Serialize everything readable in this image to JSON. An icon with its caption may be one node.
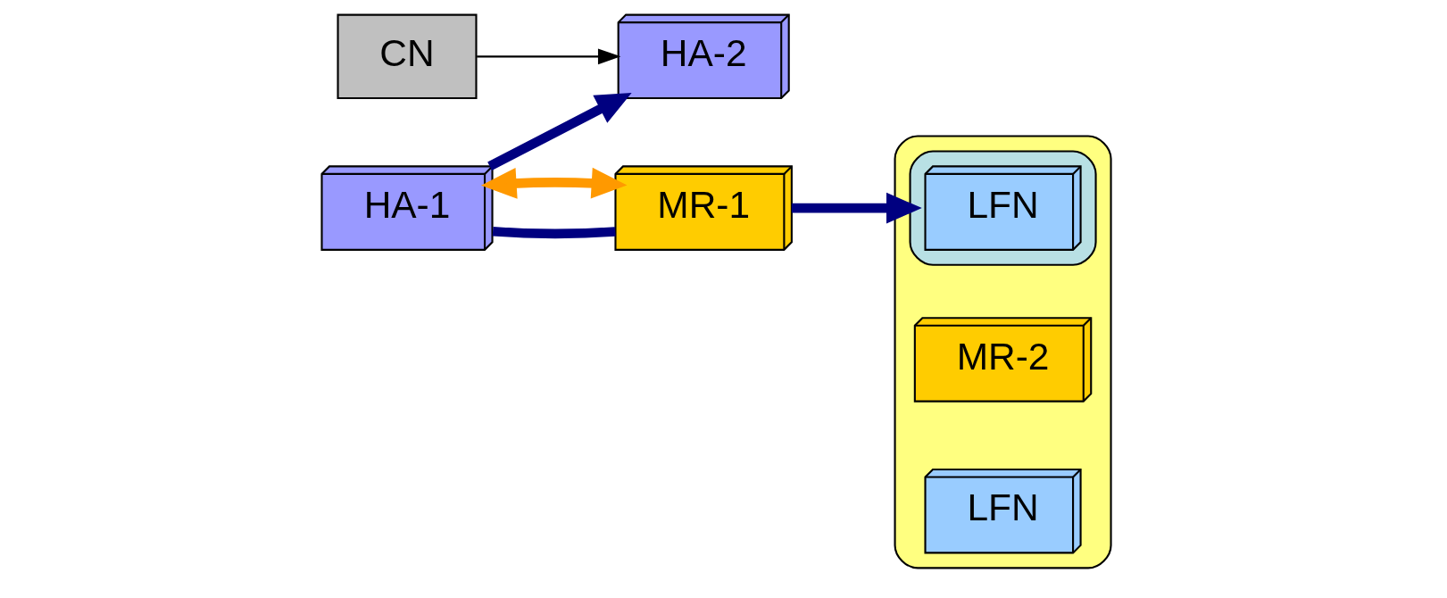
{
  "diagram": {
    "nodes": [
      {
        "text": [
          "HA-1"
        ]
      },
      {
        "text": [
          "HA-2"
        ]
      },
      {
        "text": [
          "CN"
        ]
      },
      {
        "text": [],
        "shape": "ellipse"
      },
      {
        "text": [
          "MR-1"
        ]
      },
      {
        "text": [],
        "shape": "ellipse",
        "in": 3
      },
      {
        "text": [
          "MR-2"
        ],
        "in": 3
      },
      {
        "text": [
          "LFN"
        ],
        "in": 5
      },
      {
        "text": [
          "LFN"
        ],
        "in": 3
      }
    ],
    "edges": [
      {
        "from": 0,
        "to": 1,
        "arrow": "to"
      },
      {
        "from": 0,
        "to": 4,
        "arrow": "none"
      },
      {
        "from": 4,
        "to": 5,
        "arrow": "to"
      },
      {
        "from": 0,
        "to": 4,
        "arrow": "both",
        "color": "#ff9900"
      },
      {
        "from": 2,
        "to": 1,
        "arrow": "to",
        "color": "#000000"
      }
    ]
  }
}
